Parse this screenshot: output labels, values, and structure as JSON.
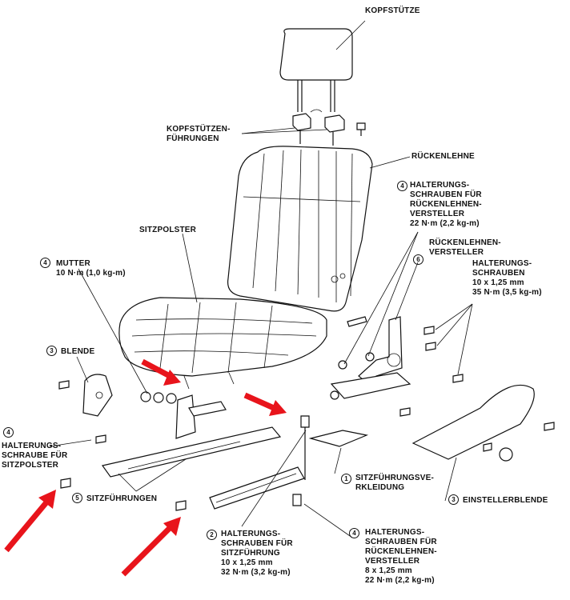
{
  "labels": {
    "headrest": "KOPFSTÜTZE",
    "headrest_guides": "KOPFSTÜTZEN-\nFÜHRUNGEN",
    "backrest": "RÜCKENLEHNE",
    "bracket_bolts_recliner_top": "HALTERUNGS-\nSCHRAUBEN FÜR\nRÜCKENLEHNEN-\nVERSTELLER\n22 N·m (2,2 kg-m)",
    "seat_cushion": "SITZPOLSTER",
    "recliner": "RÜCKENLEHNEN-\nVERSTELLER",
    "bracket_bolts_right": "HALTERUNGS-\nSCHRAUBEN\n10 x 1,25 mm\n35 N·m (3,5 kg-m)",
    "nut": "MUTTER\n10 N·m (1,0 kg-m)",
    "cover": "BLENDE",
    "bracket_bolt_cushion": "HALTERUNGS-\nSCHRAUBE FÜR\nSITZPOLSTER",
    "seat_tracks": "SITZFÜHRUNGEN",
    "track_cover": "SITZFÜHRUNGSVE-\nRKLEIDUNG",
    "adjuster_cover": "EINSTELLERBLENDE",
    "bracket_bolts_track": "HALTERUNGS-\nSCHRAUBEN FÜR\nSITZFÜHRUNG\n10 x 1,25 mm\n32 N·m (3,2 kg-m)",
    "bracket_bolts_recliner_bottom": "HALTERUNGS-\nSCHRAUBEN FÜR\nRÜCKENLEHNEN-\nVERSTELLER\n8 x 1,25 mm\n22 N·m (2,2 kg-m)"
  },
  "callouts": {
    "c1": "1",
    "c2": "2",
    "c3a": "3",
    "c3b": "3",
    "c4a": "4",
    "c4b": "4",
    "c4c": "4",
    "c4d": "4",
    "c5": "5",
    "c6": "6"
  },
  "colors": {
    "arrow": "#e8141b",
    "line": "#111111"
  }
}
